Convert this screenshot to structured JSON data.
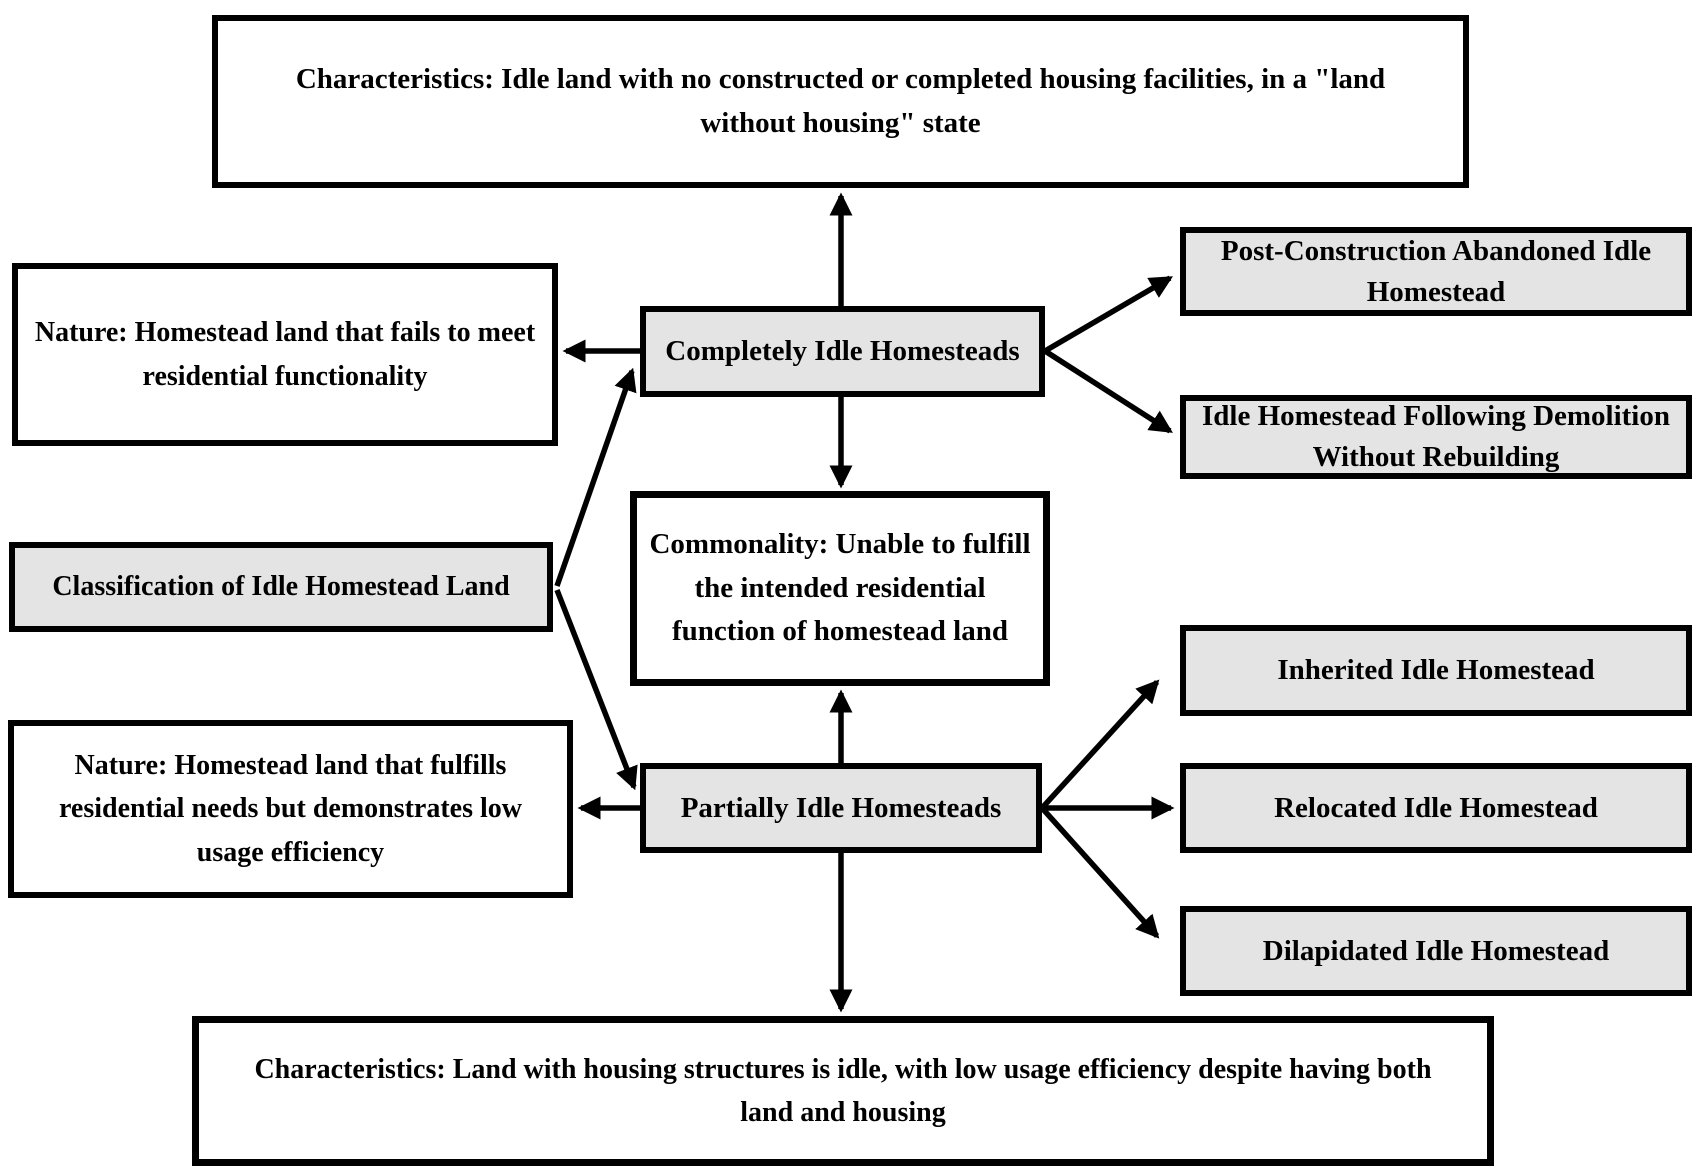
{
  "figure": {
    "background": "#ffffff",
    "colors": {
      "box_fill_gray": "#e4e4e4",
      "box_fill_white": "#ffffff",
      "border": "#000000",
      "arrow": "#000000",
      "text": "#000000"
    },
    "nodes": {
      "top_characteristics": {
        "text": "Characteristics: Idle land with no constructed or completed housing facilities, in a \"land without housing\" state"
      },
      "nature_completely": {
        "text": "Nature: Homestead land that fails to meet residential functionality"
      },
      "completely_idle": {
        "text": "Completely Idle Homesteads"
      },
      "post_construction": {
        "text": "Post-Construction Abandoned Idle Homestead"
      },
      "demolition": {
        "text": "Idle Homestead Following Demolition Without Rebuilding"
      },
      "classification": {
        "text": "Classification of Idle Homestead Land"
      },
      "commonality": {
        "text": "Commonality: Unable to fulfill the intended residential function of homestead land"
      },
      "nature_partially": {
        "text": "Nature: Homestead land that fulfills residential needs but demonstrates low usage efficiency"
      },
      "partially_idle": {
        "text": "Partially Idle Homesteads"
      },
      "inherited": {
        "text": "Inherited Idle Homestead"
      },
      "relocated": {
        "text": "Relocated Idle Homestead"
      },
      "dilapidated": {
        "text": "Dilapidated Idle Homestead"
      },
      "bottom_characteristics": {
        "text": "Characteristics: Land with housing structures is idle, with low usage efficiency despite having both land and housing"
      }
    },
    "edges": [
      {
        "from": "completely_idle",
        "to": "top_characteristics"
      },
      {
        "from": "completely_idle",
        "to": "nature_completely"
      },
      {
        "from": "completely_idle",
        "to": "commonality"
      },
      {
        "from": "completely_idle",
        "to": "post_construction"
      },
      {
        "from": "completely_idle",
        "to": "demolition"
      },
      {
        "from": "classification",
        "to": "completely_idle"
      },
      {
        "from": "classification",
        "to": "partially_idle"
      },
      {
        "from": "partially_idle",
        "to": "nature_partially"
      },
      {
        "from": "partially_idle",
        "to": "commonality"
      },
      {
        "from": "partially_idle",
        "to": "bottom_characteristics"
      },
      {
        "from": "partially_idle",
        "to": "inherited"
      },
      {
        "from": "partially_idle",
        "to": "relocated"
      },
      {
        "from": "partially_idle",
        "to": "dilapidated"
      }
    ]
  }
}
